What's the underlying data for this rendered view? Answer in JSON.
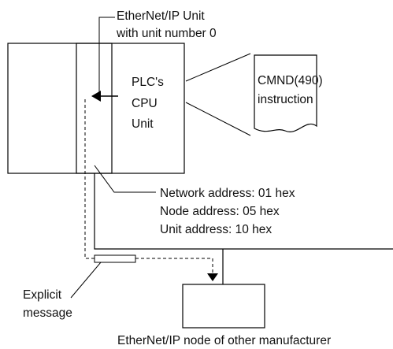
{
  "labels": {
    "unit_line1": "EtherNet/IP Unit",
    "unit_line2": "with unit number 0",
    "plc_line1": "PLC's",
    "plc_line2": "CPU",
    "plc_line3": "Unit",
    "instr_line1": "CMND(490)",
    "instr_line2": "instruction",
    "addr_line1": "Network address: 01 hex",
    "addr_line2": "Node address: 05 hex",
    "addr_line3": "Unit address: 10 hex",
    "msg_line1": "Explicit",
    "msg_line2": "message",
    "node_label": "EtherNet/IP node of other manufacturer"
  }
}
